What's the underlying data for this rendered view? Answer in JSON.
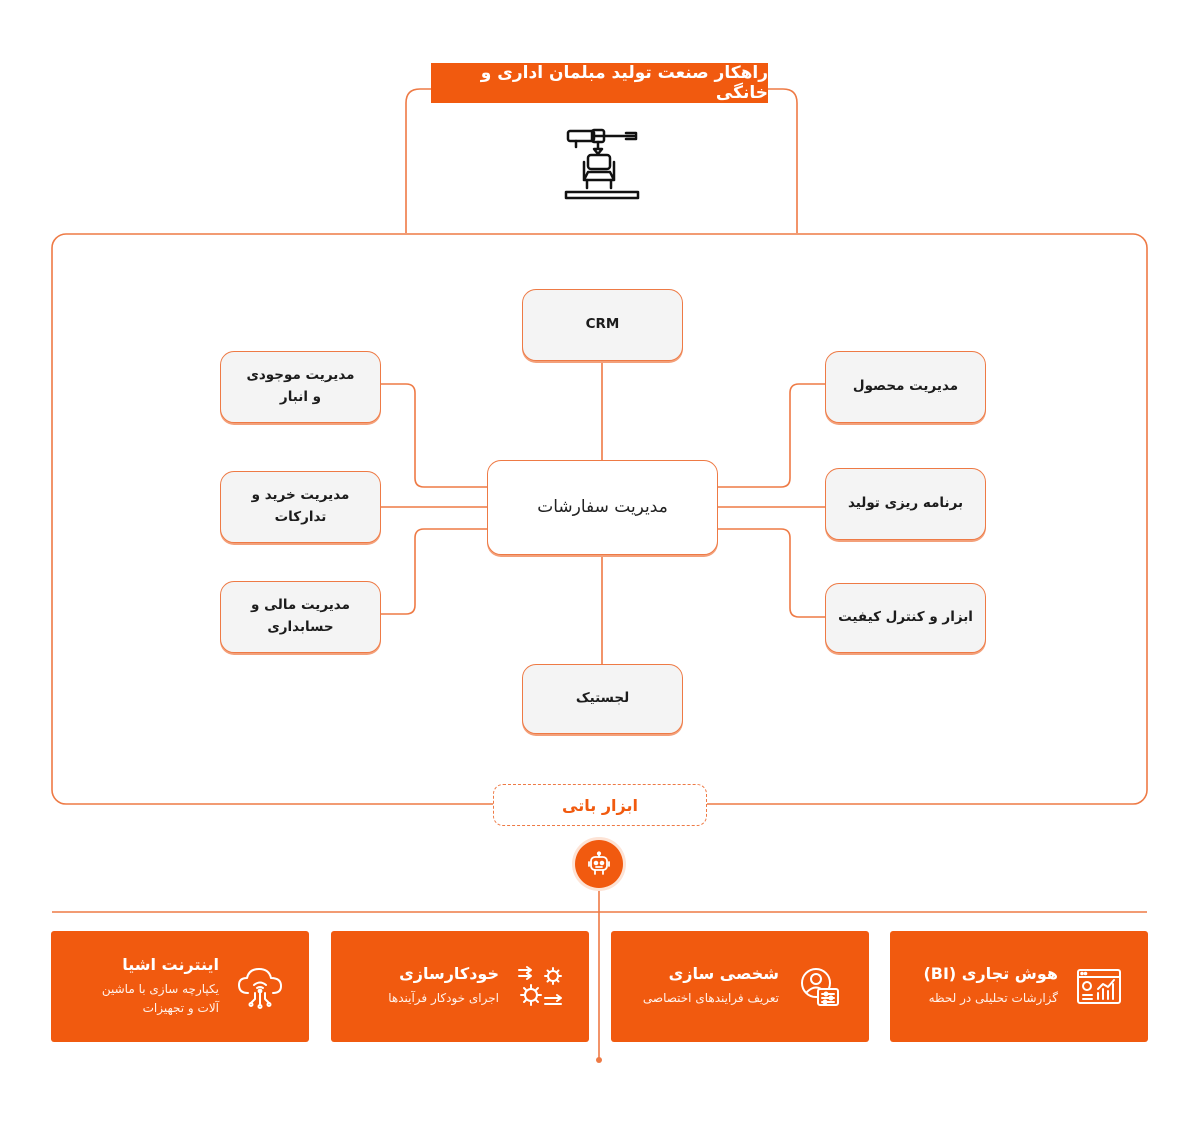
{
  "title": "راهکار صنعت تولید مبلمان اداری و خانگی",
  "header_icon": "furniture-production-machine-icon",
  "center_module": "مدیریت سفارشات",
  "modules": {
    "crm": "CRM",
    "inventory": [
      "مدیریت موجودی",
      "و انبار"
    ],
    "purchase": [
      "مدیریت خرید و",
      "تدارکات"
    ],
    "finance": [
      "مدیریت مالی و",
      "حسابداری"
    ],
    "product": "مدیریت محصول",
    "production_planning": "برنامه ریزی تولید",
    "quality": "ابزار و کنترل کیفیت",
    "logistics": "لجستیک"
  },
  "bati_label": "ابزار باتی",
  "bati_icon": "robot-icon",
  "cards": [
    {
      "title": "هوش تجاری (BI)",
      "subtitle": [
        "گزارشات تحلیلی در لحظه"
      ],
      "icon": "dashboard-chart-icon"
    },
    {
      "title": "شخصی سازی",
      "subtitle": [
        "تعریف فرایندهای اختصاصی"
      ],
      "icon": "user-settings-icon"
    },
    {
      "title": "خودکارسازی",
      "subtitle": [
        "اجرای خودکار فرآیندها"
      ],
      "icon": "gears-icon"
    },
    {
      "title": "اینترنت اشیا",
      "subtitle": [
        "یکپارچه سازی با ماشین",
        "آلات و تجهیزات"
      ],
      "icon": "iot-cloud-icon"
    }
  ],
  "colors": {
    "accent": "#f15a0f",
    "border": "#ee7a45",
    "module_bg": "#f4f4f4"
  }
}
